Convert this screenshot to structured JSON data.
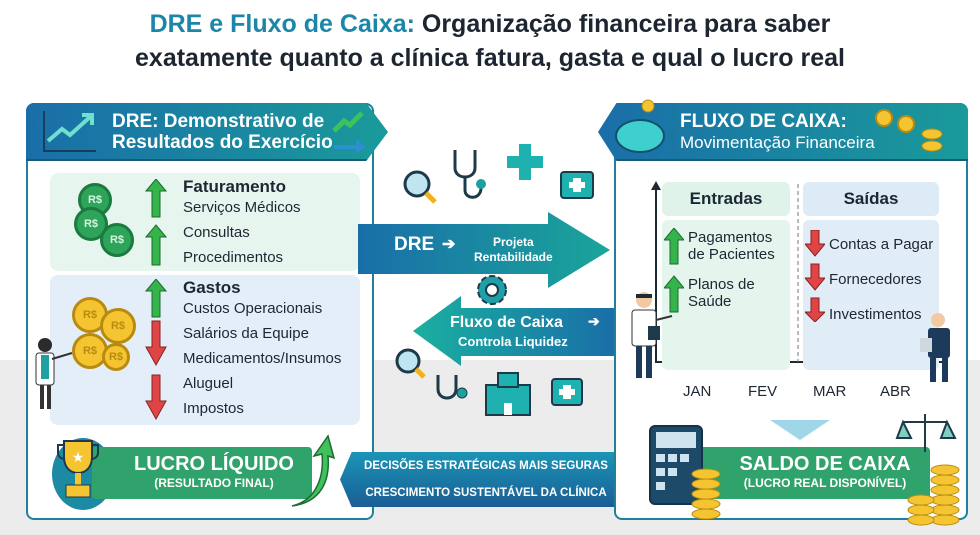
{
  "title": {
    "highlight": "DRE e Fluxo de Caixa:",
    "line1_rest": " Organização financeira para saber",
    "line2": "exatamente quanto a clínica fatura, gasta e qual o lucro real"
  },
  "dre": {
    "header_line1": "DRE: Demonstrativo de",
    "header_line2": "Resultados do Exercício",
    "faturamento": {
      "title": "Faturamento",
      "items": [
        "Serviços Médicos",
        "Consultas",
        "Procedimentos"
      ]
    },
    "gastos": {
      "title": "Gastos",
      "items": [
        "Custos Operacionais",
        "Salários da Equipe",
        "Medicamentos/Insumos",
        "Aluguel",
        "Impostos"
      ]
    },
    "coin_label": "R$",
    "lucro": {
      "title": "LUCRO LÍQUIDO",
      "subtitle": "(RESULTADO FINAL)"
    }
  },
  "center": {
    "dre_arrow": {
      "label": "DRE",
      "text_line1": "Projeta",
      "text_line2": "Rentabilidade"
    },
    "fluxo_arrow": {
      "label": "Fluxo de Caixa",
      "text": "Controla Liquidez"
    },
    "banner": {
      "line1": "DECISÕES ESTRATÉGICAS MAIS SEGURAS",
      "line2": "CRESCIMENTO SUSTENTÁVEL DA CLÍNICA"
    }
  },
  "fluxo": {
    "header_line1": "FLUXO DE CAIXA:",
    "header_line2": "Movimentação Financeira",
    "entradas": {
      "title": "Entradas",
      "items": [
        "Pagamentos de Pacientes",
        "Planos de Saúde"
      ]
    },
    "saidas": {
      "title": "Saídas",
      "items": [
        "Contas a Pagar",
        "Fornecedores",
        "Investimentos"
      ]
    },
    "months": [
      "JAN",
      "FEV",
      "MAR",
      "ABR"
    ],
    "saldo": {
      "title": "SALDO DE CAIXA",
      "subtitle": "(LUCRO REAL DISPONÍVEL)"
    }
  },
  "colors": {
    "teal": "#1c86a8",
    "green": "#2fa36b",
    "up_arrow": "#34b44a",
    "down_arrow": "#e04545",
    "navy": "#1a5e96"
  }
}
